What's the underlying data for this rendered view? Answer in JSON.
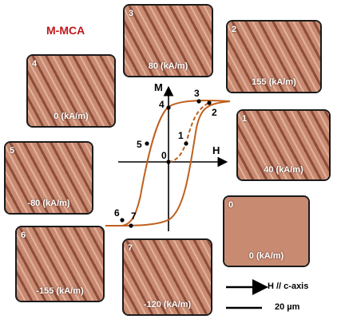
{
  "figure": {
    "title": "M-MCA",
    "colors": {
      "curve": "#c0601e",
      "panel_base": "#c98a72",
      "stripe_dark": "#8c4e3a",
      "stripe_light": "#e2b39d",
      "title": "#c0181d"
    }
  },
  "panels": [
    {
      "id": "0",
      "num": "0",
      "field": "0 (kA/m)"
    },
    {
      "id": "1",
      "num": "1",
      "field": "40 (kA/m)"
    },
    {
      "id": "2",
      "num": "2",
      "field": "155 (kA/m)"
    },
    {
      "id": "3",
      "num": "3",
      "field": "80 (kA/m)"
    },
    {
      "id": "4",
      "num": "4",
      "field": "0 (kA/m)"
    },
    {
      "id": "5",
      "num": "5",
      "field": "-80 (kA/m)"
    },
    {
      "id": "6",
      "num": "6",
      "field": "-155 (kA/m)"
    },
    {
      "id": "7",
      "num": "7",
      "field": "-120 (kA/m)"
    }
  ],
  "plot": {
    "axis_x": "H",
    "axis_y": "M",
    "points": [
      {
        "label": "0"
      },
      {
        "label": "1"
      },
      {
        "label": "2"
      },
      {
        "label": "3"
      },
      {
        "label": "4"
      },
      {
        "label": "5"
      },
      {
        "label": "6"
      },
      {
        "label": "7"
      }
    ]
  },
  "legend": {
    "arrow_text": "H // c-axis",
    "scale_text": "20 µm"
  }
}
